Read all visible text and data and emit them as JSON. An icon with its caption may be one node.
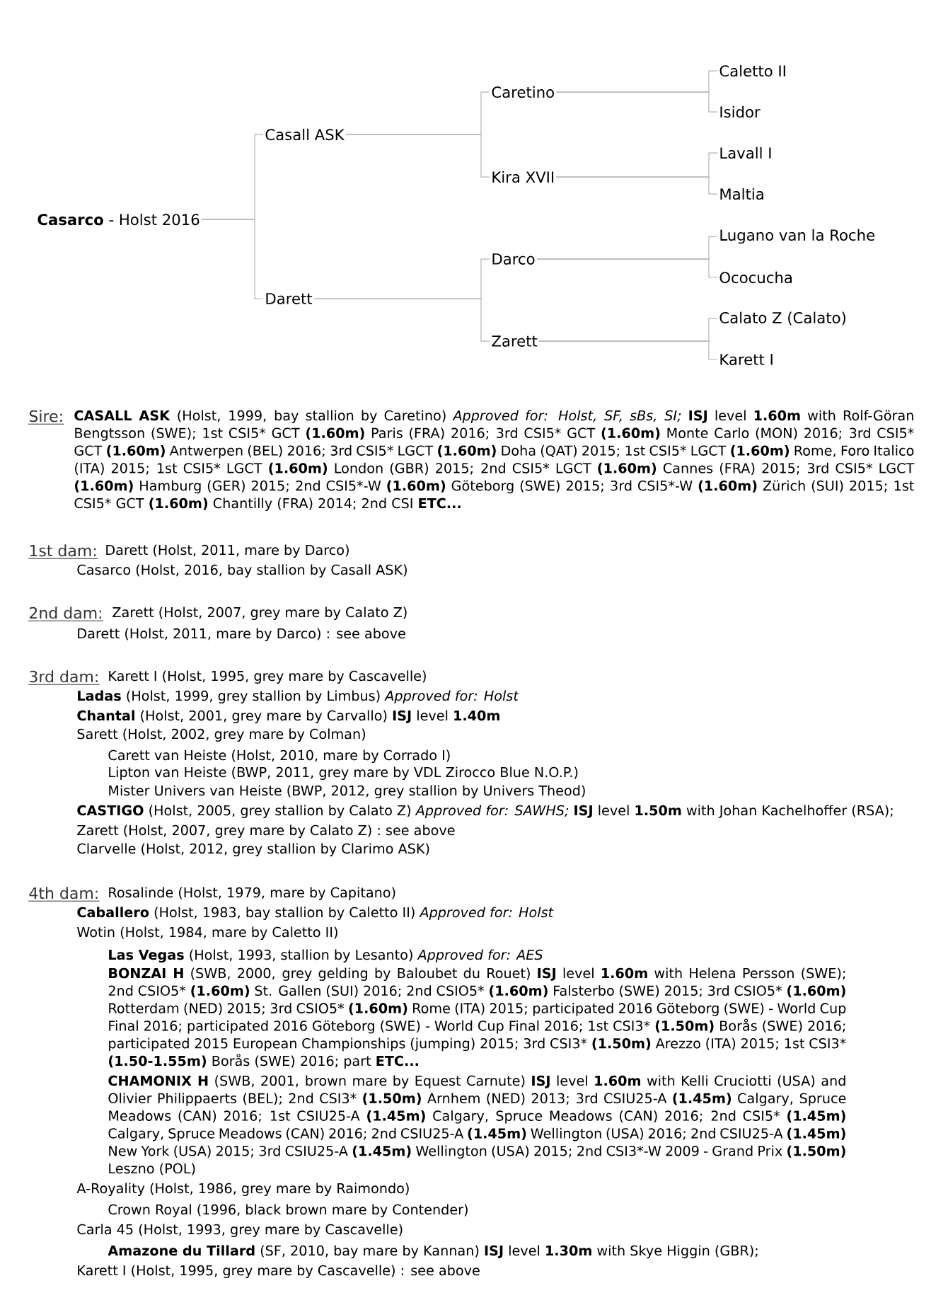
{
  "diagram": {
    "nodes": [
      {
        "text": [
          "**Casarco** - Holst 2016"
        ]
      },
      {
        "text": [
          "Casall ASK"
        ]
      },
      {
        "text": [
          "Darett"
        ]
      },
      {
        "text": [
          "Caretino"
        ]
      },
      {
        "text": [
          "Kira XVII"
        ]
      },
      {
        "text": [
          "Darco"
        ]
      },
      {
        "text": [
          "Zarett"
        ]
      },
      {
        "text": [
          "Caletto II"
        ]
      },
      {
        "text": [
          "Isidor"
        ]
      },
      {
        "text": [
          "Lavall I"
        ]
      },
      {
        "text": [
          "Maltia"
        ]
      },
      {
        "text": [
          "Lugano van la Roche"
        ]
      },
      {
        "text": [
          "Ococucha"
        ]
      },
      {
        "text": [
          "Calato Z (Calato)"
        ]
      },
      {
        "text": [
          "Karett I"
        ]
      }
    ],
    "edges": [
      {
        "from": 0,
        "to": 1,
        "arrow": "none"
      },
      {
        "from": 0,
        "to": 2,
        "arrow": "none"
      },
      {
        "from": 1,
        "to": 3,
        "arrow": "none"
      },
      {
        "from": 1,
        "to": 4,
        "arrow": "none"
      },
      {
        "from": 2,
        "to": 5,
        "arrow": "none"
      },
      {
        "from": 2,
        "to": 6,
        "arrow": "none"
      },
      {
        "from": 3,
        "to": 7,
        "arrow": "none"
      },
      {
        "from": 3,
        "to": 8,
        "arrow": "none"
      },
      {
        "from": 4,
        "to": 9,
        "arrow": "none"
      },
      {
        "from": 4,
        "to": 10,
        "arrow": "none"
      },
      {
        "from": 5,
        "to": 11,
        "arrow": "none"
      },
      {
        "from": 5,
        "to": 12,
        "arrow": "none"
      },
      {
        "from": 6,
        "to": 13,
        "arrow": "none"
      },
      {
        "from": 6,
        "to": 14,
        "arrow": "none"
      }
    ],
    "labels": [
      "Sire:",
      "**CASALL ASK** (Holst, 1999, bay stallion by Caretino) *Approved for: Holst, SF, sBs, SI;* **ISJ** level **1.60m** with Rolf-Göran Bengtsson (SWE); 1st CSI5* GCT **(1.60m)** Paris (FRA) 2016; 3rd CSI5* GCT **(1.60m)** Monte Carlo (MON) 2016; 3rd CSI5* GCT **(1.60m)** Antwerpen (BEL) 2016; 3rd CSI5* LGCT **(1.60m)** Doha (QAT) 2015; 1st CSI5* LGCT **(1.60m)** Rome, Foro Italico (ITA) 2015; 1st CSI5* LGCT **(1.60m)** London (GBR) 2015; 2nd CSI5* LGCT **(1.60m)** Cannes (FRA) 2015; 3rd CSI5* LGCT **(1.60m)** Hamburg (GER) 2015; 2nd CSI5*-W **(1.60m)** Göteborg (SWE) 2015; 3rd CSI5*-W **(1.60m)** Zürich (SUI) 2015; 1st CSI5* GCT **(1.60m)** Chantilly (FRA) 2014; 2nd CSI **ETC...**",
      "1st dam:",
      "Darett (Holst, 2011, mare by Darco)",
      "Casarco (Holst, 2016, bay stallion by Casall ASK)",
      "2nd dam:",
      "Zarett (Holst, 2007, grey mare by Calato Z)",
      "Darett (Holst, 2011, mare by Darco) : see above",
      "3rd dam:",
      "Karett I (Holst, 1995, grey mare by Cascavelle)",
      "**Ladas** (Holst, 1999, grey stallion by Limbus) *Approved for: Holst*",
      "**Chantal** (Holst, 2001, grey mare by Carvallo) **ISJ** level **1.40m**",
      "Sarett (Holst, 2002, grey mare by Colman)",
      "Carett van Heiste (Holst, 2010, mare by Corrado I)",
      "Lipton van Heiste (BWP, 2011, grey mare by VDL Zirocco Blue N.O.P.)",
      "Mister Univers van Heiste (BWP, 2012, grey stallion by Univers Theod)",
      "**CASTIGO** (Holst, 2005, grey stallion by Calato Z) *Approved for: SAWHS;* **ISJ** level **1.50m** with Johan Kachelhoffer (RSA);",
      "Zarett (Holst, 2007, grey mare by Calato Z) : see above",
      "Clarvelle (Holst, 2012, grey stallion by Clarimo ASK)",
      "4th dam:",
      "Rosalinde (Holst, 1979, mare by Capitano)",
      "**Caballero** (Holst, 1983, bay stallion by Caletto II) *Approved for: Holst*",
      "Wotin (Holst, 1984, mare by Caletto II)",
      "**Las Vegas** (Holst, 1993, stallion by Lesanto) *Approved for: AES*",
      "**BONZAI H** (SWB, 2000, grey gelding by Baloubet du Rouet) **ISJ** level **1.60m** with Helena Persson (SWE); 2nd CSIO5* **(1.60m)** St. Gallen (SUI) 2016; 2nd CSIO5* **(1.60m)** Falsterbo (SWE) 2015; 3rd CSIO5* **(1.60m)** Rotterdam (NED) 2015; 3rd CSIO5* **(1.60m)** Rome (ITA) 2015; participated 2016 Göteborg (SWE) - World Cup Final 2016; participated 2016 Göteborg (SWE) - World Cup Final 2016; 1st CSI3* **(1.50m)** Borås (SWE) 2016; participated 2015 European Championships (jumping) 2015; 3rd CSI3* **(1.50m)** Arezzo (ITA) 2015; 1st CSI3* **(1.50-1.55m)** Borås (SWE) 2016; part **ETC...**",
      "**CHAMONIX H** (SWB, 2001, brown mare by Equest Carnute) **ISJ** level **1.60m** with Kelli Cruciotti (USA) and Olivier Philippaerts (BEL); 2nd CSI3* **(1.50m)** Arnhem (NED) 2013; 3rd CSIU25-A **(1.45m)** Calgary, Spruce Meadows (CAN) 2016; 1st CSIU25-A **(1.45m)** Calgary, Spruce Meadows (CAN) 2016; 2nd CSI5* **(1.45m)** Calgary, Spruce Meadows (CAN) 2016; 2nd CSIU25-A **(1.45m)** Wellington (USA) 2016; 2nd CSIU25-A **(1.45m)** New York (USA) 2015; 3rd CSIU25-A **(1.45m)** Wellington (USA) 2015; 2nd CSI3*-W 2009 - Grand Prix **(1.50m)** Leszno (POL)",
      "A-Royality (Holst, 1986, grey mare by Raimondo)",
      "Crown Royal (1996, black brown mare by Contender)",
      "Carla 45 (Holst, 1993, grey mare by Cascavelle)",
      "**Amazone du Tillard** (SF, 2010, bay mare by Kannan) **ISJ** level **1.30m** with Skye Higgin (GBR);",
      "Karett I (Holst, 1995, grey mare by Cascavelle) : see above"
    ]
  }
}
